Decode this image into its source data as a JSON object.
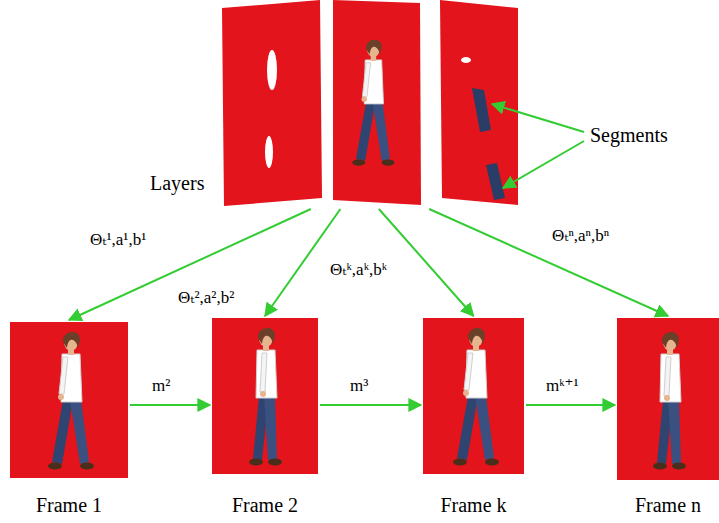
{
  "diagram": {
    "nodes": [
      {
        "text": [
          "Layers"
        ]
      },
      {
        "text": [
          "Frame 1"
        ]
      },
      {
        "text": [
          "Frame 2"
        ]
      },
      {
        "text": [
          "Frame k"
        ]
      },
      {
        "text": [
          "Frame n"
        ]
      }
    ],
    "edges": [
      {
        "from": 0,
        "to": 1,
        "arrow": "to",
        "label": "Θₜ¹,a¹,b¹"
      },
      {
        "from": 0,
        "to": 2,
        "arrow": "to",
        "label": "Θₜ²,a²,b²"
      },
      {
        "from": 0,
        "to": 3,
        "arrow": "to",
        "label": "Θₜᵏ,aᵏ,bᵏ"
      },
      {
        "from": 0,
        "to": 4,
        "arrow": "to",
        "label": "Θₜⁿ,aⁿ,bⁿ"
      },
      {
        "from": 1,
        "to": 2,
        "arrow": "to",
        "label": "m²"
      },
      {
        "from": 2,
        "to": 3,
        "arrow": "to",
        "label": "m³"
      },
      {
        "from": 3,
        "to": 4,
        "arrow": "to",
        "label": "mᵏ⁺¹"
      }
    ],
    "labels": [
      "Segments"
    ]
  }
}
